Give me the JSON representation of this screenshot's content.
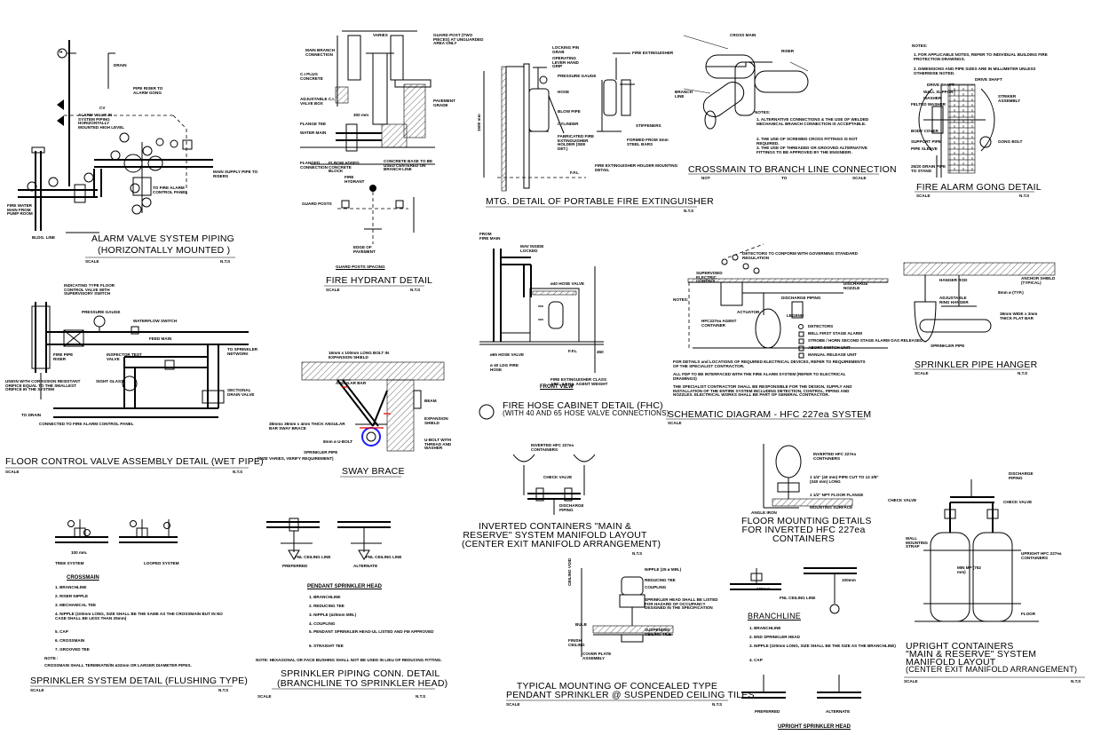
{
  "details": {
    "alarm_valve": {
      "title": "ALARM VALVE SYSTEM PIPING",
      "subtitle": "(HORIZONTALLY MOUNTED )",
      "scale": "SCALE",
      "nts": "N.T.S",
      "labels": [
        "DRAIN",
        "PIPE RISER TO ALARM GONG",
        "CV",
        "ALARM VALVE IN SYSTEM PIPING HORIZONTALLY MOUNTED HIGH LEVEL",
        "MAIN SUPPLY PIPE TO RISERS",
        "TO FIRE ALARM CONTROL PANEL",
        "FIRE WATER MAIN FROM PUMP ROOM",
        "BLDG. LINE",
        "H"
      ]
    },
    "fire_hydrant": {
      "title": "FIRE HYDRANT DETAIL",
      "scale": "SCALE",
      "nts": "N.T.S",
      "guard_posts": "GUARD POSTS SPACING",
      "labels": [
        "GUARD POST (TWO PIECES) AT UNGUARDED AREA ONLY",
        "MAIN BRANCH CONNECTION",
        "C.I PLUG CONCRETE",
        "ADJUSTABLE C.I. VALVE BOX",
        "FLANGE TEE",
        "WATER MAIN",
        "FIRE HYDRANT",
        "PAVEMENT GRADE",
        "CONCRETE BASE TO BE USED CENTERED ON BRANCH LINE",
        "VARIES",
        "300 mm",
        "FLANGED CONNECTION",
        "ELBOW ADDED CONCRETE BLOCK",
        "GUARD POSTS",
        "EDGE OF PAVEMENT"
      ]
    },
    "fire_extinguisher": {
      "title": "MTG. DETAIL OF PORTABLE FIRE EXTINGUISHER",
      "nts": "N.T.S",
      "sub_title": "FIRE EXTINGUISHER HOLDER MOUNTING DETAIL",
      "labels": [
        "LOCKING PIN GRAB",
        "OPERATING LEVER HAND GRIP",
        "PRESSURE GAUGE",
        "HOSE",
        "BLOW PIPE",
        "CYLINDER",
        "FABRICATED FIRE EXTINGUISHER HOLDER (SEE DET.)",
        "FIRE EXTINGUISHER",
        "STIFFENERS",
        "FORMED FROM 3mm STEEL BARS",
        "F.F.L",
        "1500 mm"
      ]
    },
    "crossmain": {
      "title": "CROSSMAIN TO BRANCH LINE CONNECTION",
      "scale_row": [
        "NOT",
        "TO",
        "SCALE"
      ],
      "notes_heading": "NOTES:",
      "notes": [
        "1. ALTERNATIVE CONNECTIONS & THE USE OF WELDED MECHANICAL BRANCH CONNECTION IS ACCEPTABLE.",
        "2. THE USE OF SCREWED CROSS FITTINGS IS NOT REQUIRED.",
        "3. THE USE OF THREADED OR GROOVED ALTERNATIVE FITTINGS TO BE APPROVED BY THE ENGINEER."
      ],
      "labels": [
        "CROSS MAIN",
        "BRANCH LINE",
        "RISER"
      ]
    },
    "gong": {
      "title": "FIRE ALARM GONG DETAIL",
      "scale": "SCALE",
      "nts": "N.T.S",
      "notes_heading": "NOTES:",
      "notes": [
        "1. FOR APPLICABLE NOTES, REFER TO INDIVIDUAL BUILDING FIRE PROTECTION DRAWINGS.",
        "2. DIMENSIONS AND PIPE SIZES ARE IN MILLIMETER UNLESS OTHERWISE NOTED."
      ],
      "labels": [
        "DRIVE SHAFT",
        "WALL SUPPORT",
        "WASHER",
        "FELTED WASHER",
        "STRIKER ASSEMBLY",
        "BODY COVER",
        "SUPPORT PIPE",
        "GONG BOLT",
        "PIPE SLEEVE",
        "25/20 DRAIN PIPE TO STAND",
        "DRIVE SHAFT"
      ]
    },
    "floor_control": {
      "title": "FLOOR CONTROL VALVE ASSEMBLY DETAIL (WET PIPE)",
      "scale": "SCALE",
      "nts": "N.T.S",
      "labels": [
        "INDICATING TYPE FLOOR CONTROL VALVE WITH SUPERVISORY SWITCH",
        "PRESSURE GAUGE",
        "WATERFLOW SWITCH",
        "FEED MAIN",
        "TO SPRINKLER NETWORK",
        "FIRE PIPE RISER",
        "INSPECTOR TEST VALVE",
        "SIGHT GLASS",
        "SECTIONAL DRAIN VALVE",
        "UNION WITH CORROSION RESISTANT ORIFICE EQUAL TO THE SMALLEST ORIFICE IN THE SYSTEM",
        "TO DRAIN",
        "CONNECTED TO FIRE ALARM CONTROL PANEL"
      ]
    },
    "sway_brace": {
      "title": "SWAY BRACE",
      "labels": [
        "16mm x 100mm LONG BOLT IN EXPANSION SHIELD",
        "ANGULAR BAR",
        "BEAM",
        "EXPANSION SHIELD",
        "38mmx 38mm x 4mm THICK ANGULAR BAR SWAY BRACE",
        "8mm ø U-BOLT",
        "SPRINKLER PIPE",
        "(SIZE VARIES, VERIFY REQUIREMENT)",
        "U-BOLT WITH THREAD AND WASHER"
      ]
    },
    "fhc": {
      "title": "FIRE HOSE CABINET DETAIL (FHC)",
      "subtitle": "(WITH 40 AND 65 HOSE VALVE CONNECTIONS)",
      "front_view": "FRONT VIEW",
      "labels": [
        "FROM FIRE MAIN",
        "MAV INSIDE LOCKED",
        "ø40 HOSE VALVE",
        "ø65 HOSE VALVE",
        "ø 40 LDG FIRE HOSE",
        "FIRE EXTINGUISHER CLASS ABC, 4.5 Kg. AGENT WEIGHT",
        "F.F.L",
        "450"
      ]
    },
    "hfc_schematic": {
      "title": "SCHEMATIC DIAGRAM - HFC 227ea SYSTEM",
      "scale": "SCALE",
      "notes_label": "NOTES:",
      "legend_heading": "LEGEND",
      "legend": [
        "DETECTORS",
        "BELL FIRST STAGE ALARM",
        "STROBE / HORN SECOND STAGE ALARM GAS RELEASED",
        "ABORT SWITCH UNIT",
        "MANUAL RELEASE UNIT"
      ],
      "labels": [
        "DETECTORS TO CONFORM WITH GOVERNING STANDARD REGULATION",
        "SUPERVISED ELECTRIC CONTROL",
        "DISCHARGE NOZZLE",
        "DISCHARGE PIPING",
        "ACTUATOR",
        "HFC227ea AGENT CONTAINER",
        "FOR DETAILS and LOCATIONS OF REQUIRED ELECTRICAL DEVICES, REFER TO REQUIREMENTS OF THE SPECIALIST CONTRACTOR.",
        "ALL FDP TO BE INTERFACED WITH THE FIRE ALARM SYSTEM (REFER TO ELECTRICAL DRAWINGS)",
        "THE SPECIALIST CONTRACTOR SHALL BE RESPONSIBLE FOR THE DESIGN, SUPPLY AND INSTALLATION OF THE ENTIRE SYSTEM INCLUDING DETECTION, CONTROL, PIPING AND NOZZLES. ELECTRICAL WORKS SHALL BE PART OF GENERAL CONTRACTOR."
      ]
    },
    "hanger": {
      "title": "SPRINKLER PIPE HANGER",
      "scale": "SCALE",
      "nts": "N.T.S",
      "labels": [
        "HANGER ROD",
        "ANCHOR SHIELD (TYPICAL)",
        "8mm ø (TYP.)",
        "ADJUSTABLE RING HANGER",
        "SPRINKLER PIPE",
        "38mm WIDE x 3mm THICK FLAT BAR"
      ]
    },
    "inverted_containers": {
      "title_lines": [
        "INVERTED CONTAINERS \"MAIN &",
        "RESERVE\" SYSTEM MANIFOLD LAYOUT",
        "(CENTER EXIT MANIFOLD ARRANGEMENT)"
      ],
      "nts": "N.T.S",
      "labels": [
        "INVERTED HFC 227ea CONTAINERS",
        "CHECK VALVE",
        "DISCHARGE PIPING"
      ]
    },
    "floor_mounting": {
      "title_lines": [
        "FLOOR MOUNTING DETAILS",
        "FOR INVERTED HFC 227ea",
        "CONTAINERS"
      ],
      "labels": [
        "INVERTED HFC 227ea CONTAINERS",
        "1 1/4\" (40 mm) PIPE CUT TO 13 3/8\" (340 mm) LONG",
        "1 1/2\" NPT FLOOR FLANGE",
        "MOUNTING SURFACE",
        "ANGLE IRON"
      ]
    },
    "upright_containers": {
      "title_lines": [
        "UPRIGHT CONTAINERS",
        "\"MAIN & RESERVE\" SYSTEM",
        "MANIFOLD LAYOUT",
        "(CENTER EXIT MANIFOLD ARRANGEMENT)"
      ],
      "scale": "SCALE",
      "nts": "N.T.S",
      "labels": [
        "DISCHARGE PIPING",
        "CHECK VALVE",
        "CHECK VALVE",
        "WALL MOUNTING STRAP",
        "UPRIGHT HFC 227ea CONTAINERS",
        "MIN MP (762 mm)",
        "FLOOR"
      ]
    },
    "sprinkler_flushing": {
      "title": "SPRINKLER SYSTEM DETAIL (FLUSHING TYPE)",
      "scale": "SCALE",
      "nts": "N.T.S",
      "tree": "TREE SYSTEM",
      "looped": "LOOPED SYSTEM",
      "dim": "100 mm.",
      "list_heading": "CROSSMAIN",
      "list": [
        "1. BRANCHLINE",
        "2. RISER NIPPLE",
        "3. MECHANICAL TEE",
        "4. NIPPLE (100mm LONG, SIZE SHALL BE THE SAME AS THE CROSSMAIN BUT IN NO CASE SHALL BE LESS THAN 25mm)",
        "5. CAP",
        "6. CROSSMAIN",
        "7. GROOVED TEE"
      ],
      "note_heading": "NOTE :",
      "note": "CROSSMAIN SHALL TERMINATE/IN ø32mm OR LARGER DIAMETER PIPES."
    },
    "pendant_conn": {
      "title": "SPRINKLER PIPING CONN. DETAIL",
      "subtitle": "(BRANCHLINE TO SPRINKLER HEAD)",
      "scale": "SCALE",
      "nts": "N.T.S",
      "preferred": "PREFERRED",
      "alternate": "ALTERNATE",
      "list_heading": "PENDANT SPRINKLER HEAD",
      "list": [
        "1. BRANCHLINE",
        "2. REDUCING TEE",
        "3. NIPPLE (ø25mm MIN.)",
        "4. COUPLING",
        "5. PENDANT SPRINKLER HEAD-UL LISTED AND FM APPROVED",
        "6. STRAIGHT TEE"
      ],
      "note": "NOTE: HEXAGONAL OR FACE BUSHING SHALL NOT BE USED IN LIEU OF REDUCING FITTING.",
      "labels": [
        "FNL CEILING LINE",
        "FNL CEILING LINE"
      ]
    },
    "concealed": {
      "title_lines": [
        "TYPICAL MOUNTING OF CONCEALED TYPE",
        "PENDANT SPRINKLER @ SUSPENDED CEILING TILES"
      ],
      "scale": "SCALE",
      "nts": "N.T.S",
      "labels": [
        "NIPPLE (25 ø MIN.)",
        "REDUCING TEE",
        "COUPLING",
        "SPRINKLER HEAD SHALL BE LISTED FOR HAZARD OF OCCUPANCY DESIGNED IN THE SPECIFICATION",
        "SUSPENDED CEILING TILE",
        "COVER PLATE ASSEMBLY",
        "FINISH CEILING",
        "BULB",
        "CEILING VOID"
      ]
    },
    "upright_head": {
      "title": "UPRIGHT SPRINKLER HEAD",
      "preferred": "PREFERRED",
      "alternate": "ALTERNATE",
      "list_heading": "BRANCHLINE",
      "list": [
        "1. BRANCHLINE",
        "2. END SPRINKLER HEAD",
        "3. NIPPLE (100mm LONG, SIZE SHALL BE THE SIZE AS THE BRANCHLINE)",
        "4. CAP"
      ],
      "labels": [
        "FNL CEILING LINE",
        "100mm",
        "100mm"
      ]
    }
  }
}
